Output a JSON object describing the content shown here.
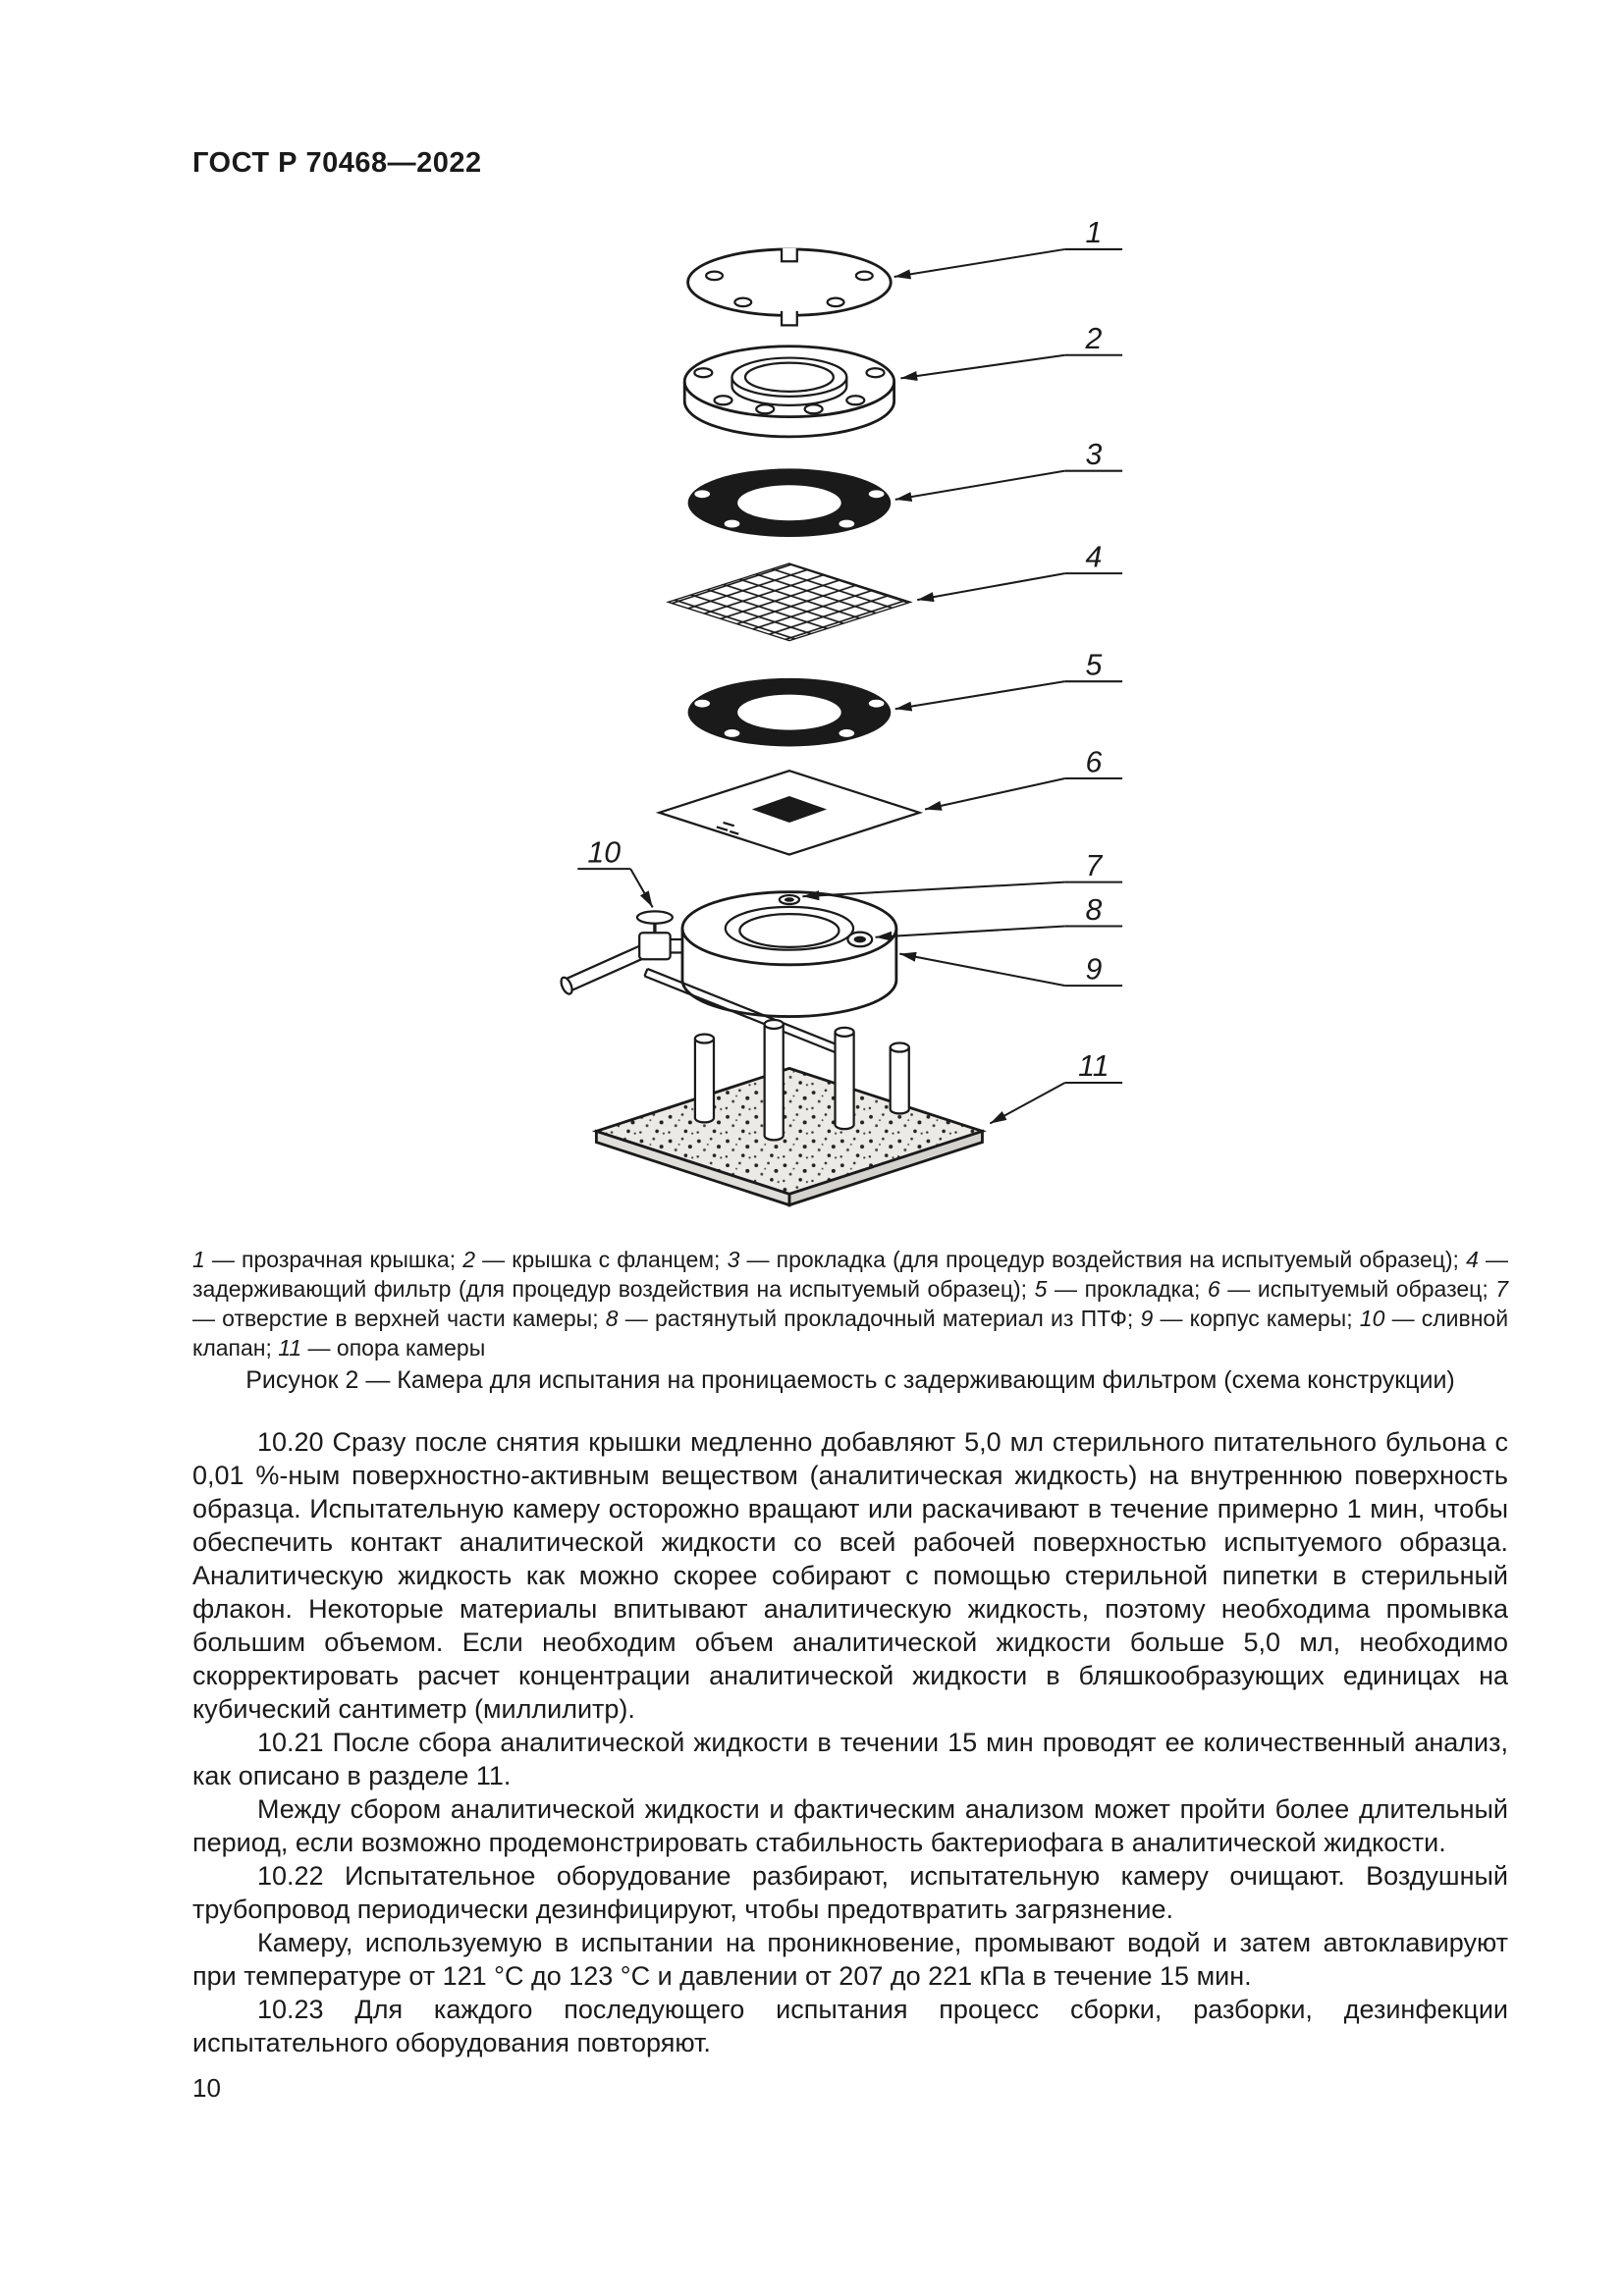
{
  "header": {
    "title": "ГОСТ Р 70468—2022"
  },
  "figure": {
    "callouts": [
      "1",
      "2",
      "3",
      "4",
      "5",
      "6",
      "7",
      "8",
      "9",
      "10",
      "11"
    ],
    "legend": [
      {
        "n": "1",
        "t": "— прозрачная крышка;"
      },
      {
        "n": "2",
        "t": "— крышка с фланцем;"
      },
      {
        "n": "3",
        "t": "— прокладка (для процедур воздействия на испытуемый образец);"
      },
      {
        "n": "4",
        "t": "— задерживающий фильтр (для процедур воздействия на испытуемый образец);"
      },
      {
        "n": "5",
        "t": "— прокладка;"
      },
      {
        "n": "6",
        "t": "— испытуемый образец;"
      },
      {
        "n": "7",
        "t": "— отверстие в верхней части камеры;"
      },
      {
        "n": "8",
        "t": "— растянутый прокладочный материал из ПТФ;"
      },
      {
        "n": "9",
        "t": "— корпус камеры;"
      },
      {
        "n": "10",
        "t": "— сливной клапан;"
      },
      {
        "n": "11",
        "t": "— опора камеры"
      }
    ],
    "caption": "Рисунок 2 — Камера для испытания на проницаемость с задерживающим фильтром (схема конструкции)"
  },
  "paragraphs": [
    "10.20  Сразу после снятия крышки медленно добавляют 5,0 мл стерильного питательного бульона с 0,01 %-ным поверхностно-активным веществом (аналитическая жидкость) на внутреннюю поверхность образца. Испытательную камеру осторожно вращают или раскачивают в течение примерно 1 мин, чтобы обеспечить контакт аналитической жидкости со всей рабочей поверхностью испытуемого образца. Аналитическую жидкость как можно скорее собирают с помощью стерильной пипетки в стерильный флакон. Некоторые материалы впитывают аналитическую жидкость, поэтому необходима промывка большим объемом. Если необходим объем аналитической жидкости больше 5,0 мл, необходимо скорректировать расчет концентрации аналитической жидкости в бляшкообразующих единицах на кубический сантиметр (миллилитр).",
    "10.21  После сбора аналитической жидкости в течении 15 мин проводят ее количественный анализ, как описано в разделе 11.",
    "Между сбором аналитической жидкости и фактическим анализом может пройти более длительный период, если возможно продемонстрировать стабильность бактериофага в аналитической жидкости.",
    "10.22  Испытательное оборудование разбирают, испытательную камеру очищают. Воздушный трубопровод периодически дезинфицируют, чтобы предотвратить загрязнение.",
    "Камеру, используемую в испытании на проникновение, промывают водой и затем автоклавируют при температуре от 121 °С до 123 °С и давлении от 207 до 221 кПа в течение 15 мин.",
    "10.23  Для каждого последующего испытания процесс сборки, разборки, дезинфекции испытательного оборудования повторяют."
  ],
  "footer": {
    "page_number": "10"
  }
}
